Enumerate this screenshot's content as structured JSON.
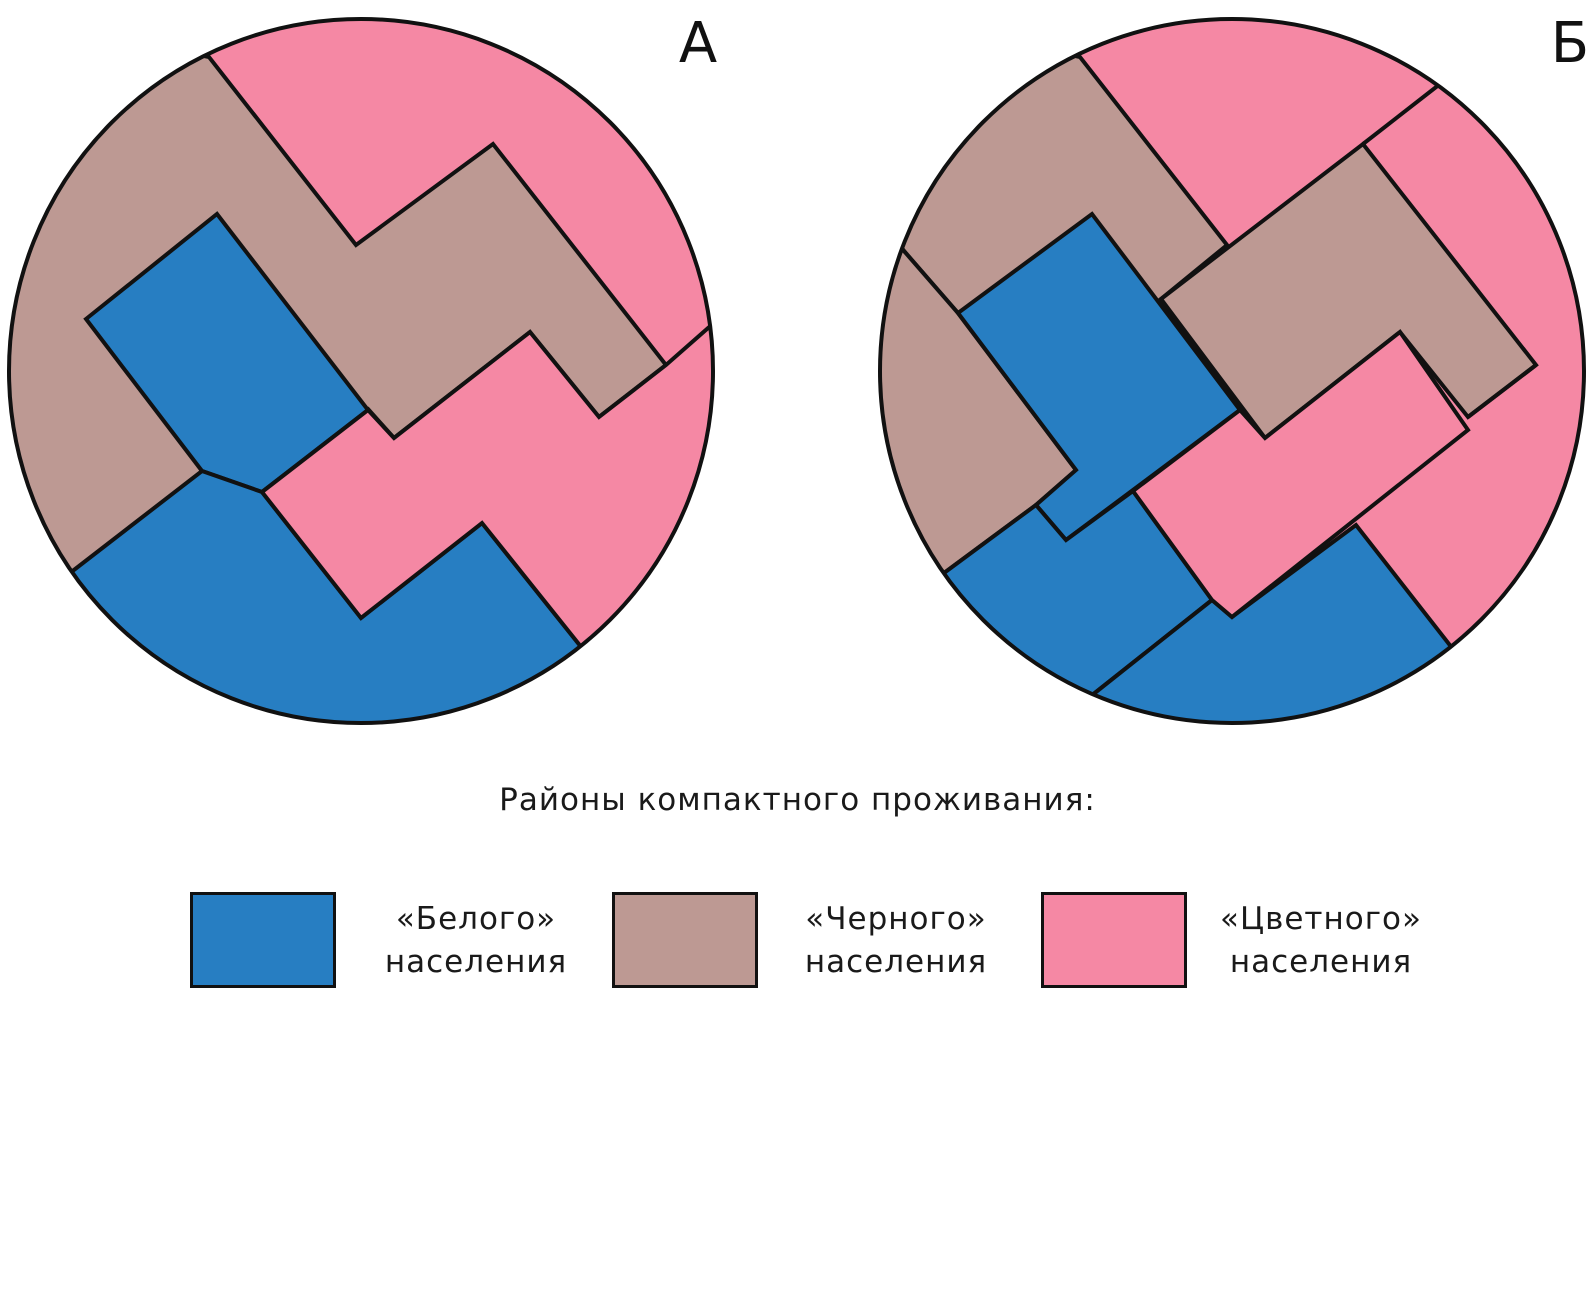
{
  "colors": {
    "white": "#277ec2",
    "black": "#bd9993",
    "colored": "#f588a4",
    "stroke": "#111111"
  },
  "panels": [
    {
      "id": "a",
      "letter": "А"
    },
    {
      "id": "b",
      "letter": "Б"
    }
  ],
  "legend": {
    "title": "Районы компактного проживания:",
    "items": [
      {
        "id": "white",
        "line1": "«Белого»",
        "line2": "населения"
      },
      {
        "id": "black",
        "line1": "«Черного»",
        "line2": "населения"
      },
      {
        "id": "colored",
        "line1": "«Цветного»",
        "line2": "населения"
      }
    ]
  }
}
